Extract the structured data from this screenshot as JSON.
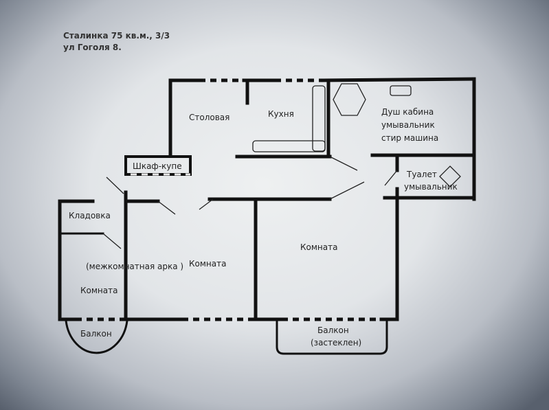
{
  "header": {
    "line1": "Сталинка 75 кв.м., 3/3",
    "line2": "ул Гоголя 8."
  },
  "rooms": {
    "dining": "Столовая",
    "kitchen": "Кухня",
    "bath1": "Душ кабина",
    "bath2": "умывальник",
    "bath3": "стир машина",
    "toilet1": "Туалет",
    "toilet2": "умывальник",
    "wardrobe": "Шкаф-купе",
    "storage": "Кладовка",
    "arch": "(межкомнатная арка )",
    "room_center": "Комната",
    "room_right": "Комната",
    "room_left": "Комната",
    "balcony_left": "Балкон",
    "balcony_right1": "Балкон",
    "balcony_right2": "(застеклен)"
  }
}
